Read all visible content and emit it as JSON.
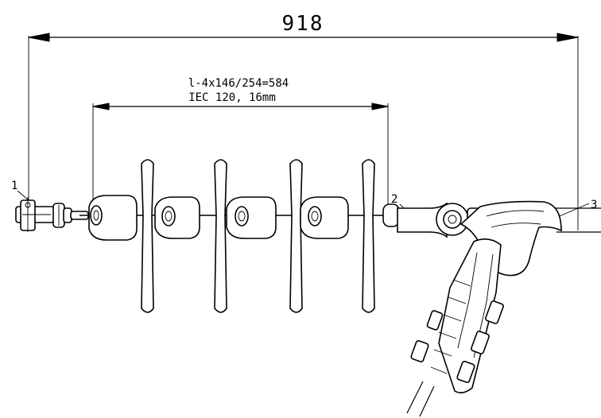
{
  "dimensions": {
    "overall": "918",
    "insulator_length": "l-4x146/254=584",
    "coupling_standard": "IEC 120, 16mm"
  },
  "callouts": [
    "1",
    "2",
    "3"
  ]
}
